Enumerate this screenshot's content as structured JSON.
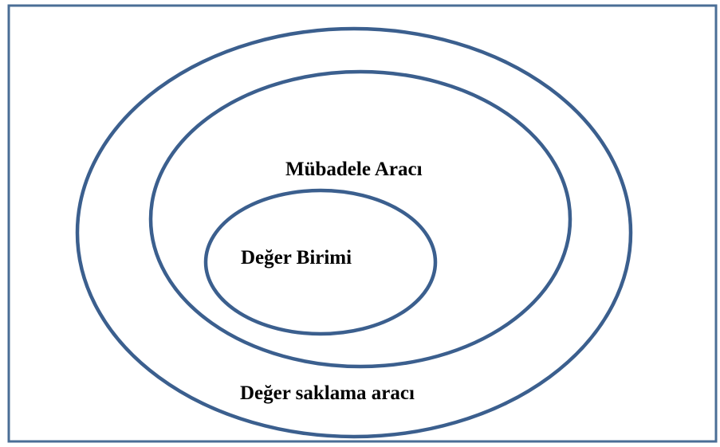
{
  "diagram": {
    "rings": [
      {
        "id": "outer",
        "label": "Değer saklama aracı"
      },
      {
        "id": "middle",
        "label": "Mübadele Aracı"
      },
      {
        "id": "inner",
        "label": "Değer Birimi"
      }
    ],
    "colors": {
      "ring_stroke": "#3b5f8e",
      "frame_stroke": "#4a6e96",
      "text": "#000000",
      "background": "#ffffff"
    }
  }
}
